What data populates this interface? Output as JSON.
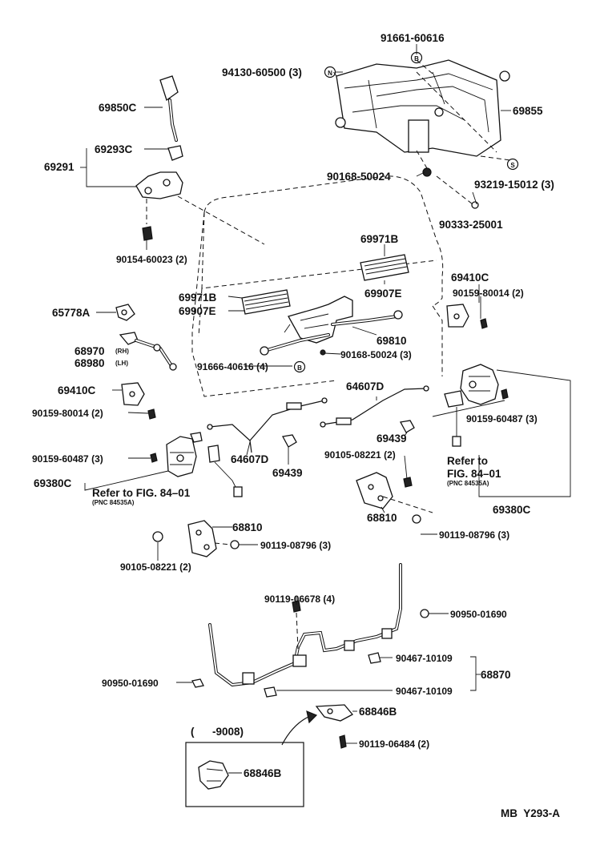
{
  "labels": {
    "p91661_60616": "91661-60616",
    "p94130_60500": "94130-60500 (3)",
    "p69850c": "69850C",
    "p69855": "69855",
    "p69293c": "69293C",
    "p69291": "69291",
    "p90168_50024_a": "90168-50024",
    "p93219_15012": "93219-15012 (3)",
    "p90333_25001": "90333-25001",
    "p90154_60023": "90154-60023 (2)",
    "p69971b_a": "69971B",
    "p69971b_b": "69971B",
    "p69907e_a": "69907E",
    "p69907e_b": "69907E",
    "p69410c_a": "69410C",
    "p90159_80014_a": "90159-80014 (2)",
    "p65778a": "65778A",
    "p69810": "69810",
    "p68970": "68970",
    "p68970_rh": "(RH)",
    "p68980": "68980",
    "p68980_lh": "(LH)",
    "p90168_50024_b": "90168-50024 (3)",
    "p91666_40616": "91666-40616 (4)",
    "p69410c_b": "69410C",
    "p64607d_a": "64607D",
    "p90159_80014_b": "90159-80014 (2)",
    "p90159_60487_a": "90159-60487 (3)",
    "p69439_a": "69439",
    "p90105_08221_a": "90105-08221 (2)",
    "p90159_60487_b": "90159-60487 (3)",
    "p64607d_b": "64607D",
    "p69439_b": "69439",
    "refer_right_1": "Refer to",
    "refer_right_2": "FIG. 84–01",
    "refer_right_pnc": "(PNC 84535A)",
    "p69380c_a": "69380C",
    "refer_left": "Refer to FIG. 84–01",
    "refer_left_pnc": "(PNC 84535A)",
    "p68810_a": "68810",
    "p69380c_b": "69380C",
    "p68810_b": "68810",
    "p90119_08796_a": "90119-08796 (3)",
    "p90119_08796_b": "90119-08796 (3)",
    "p90105_08221_b": "90105-08221 (2)",
    "p90119_06678": "90119-06678 (4)",
    "p90950_01690_a": "90950-01690",
    "p90467_10109_a": "90467-10109",
    "p68870": "68870",
    "p90950_01690_b": "90950-01690",
    "p90467_10109_b": "90467-10109",
    "p68846b_a": "68846B",
    "p90119_06484": "90119-06484 (2)",
    "date_range": "(      -9008)",
    "p68846b_b": "68846B",
    "code": "MB  Y293-A"
  },
  "markers": {
    "b": "B",
    "n": "N",
    "s": "S"
  }
}
